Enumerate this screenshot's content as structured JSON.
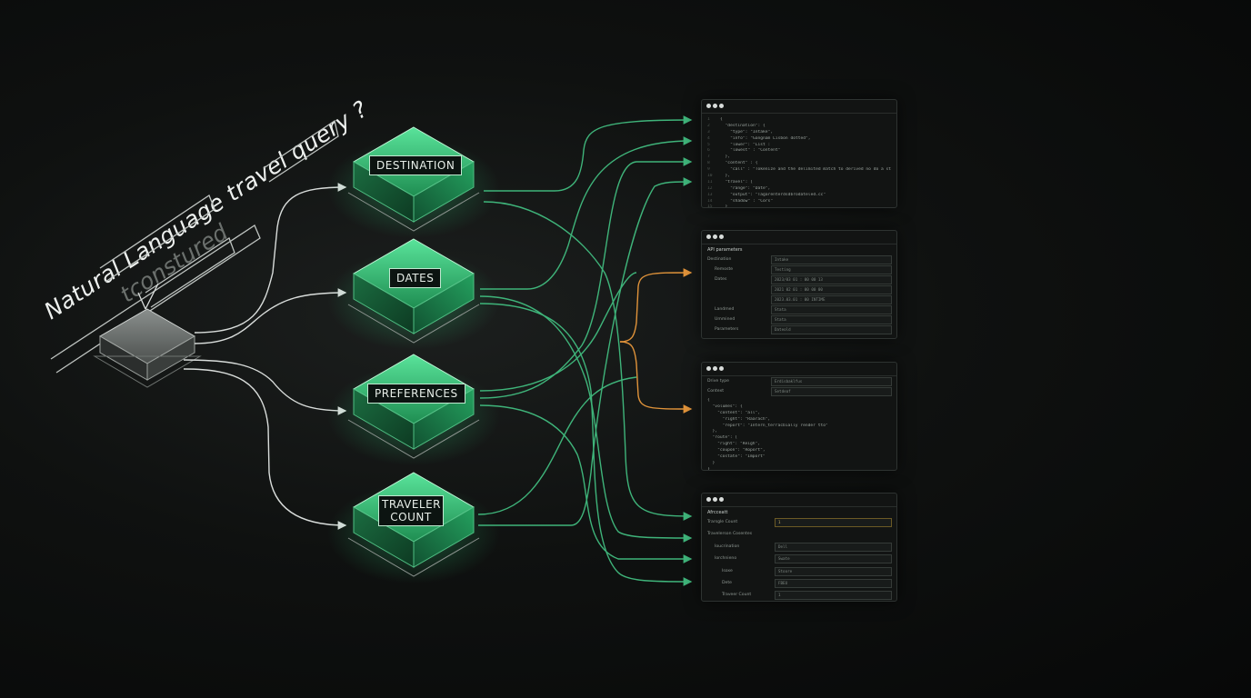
{
  "query_text": "Natural Language travel query ?",
  "query_subtext": "tconstured",
  "nodes": [
    {
      "label": "DESTINATION"
    },
    {
      "label": "DATES"
    },
    {
      "label": "PREFERENCES"
    },
    {
      "label": "TRAVELER\nCOUNT"
    }
  ],
  "colors": {
    "green": "#3fb47a",
    "orange": "#e0933a",
    "white_line": "#d9dddb"
  },
  "panel1": {
    "lines": [
      "{",
      "  \"destination\": {",
      "    \"type\": \"Intake\",",
      "    \"info\": \"Gangnam Lisbon dotted\",",
      "    \"lower\": \"List :",
      "    \"lowest\" : \"Content\"",
      "  },",
      "  \"content\" : {",
      "    \"call\" : \"Tokenize and the delimited match to derived no do a state",
      "  },",
      "  \"travel\": [",
      "    \"range\": \"Date\",",
      "    \"output\": \"Tagarenterdsdbrodateled.cc\"",
      "    \"shadow\" : \"Cors\"",
      "  }",
      "}"
    ]
  },
  "panel2": {
    "heading": "API parameters",
    "rows": [
      {
        "label": "Destination",
        "value": "Intake"
      },
      {
        "label": "Remoste",
        "value": "Testing"
      },
      {
        "label": "Dates",
        "value": "2023/03 01 : 00 00 13"
      },
      {
        "label": "",
        "value": "2021 02 01 : 00 00 00"
      },
      {
        "label": "",
        "value": "2023.03.01 : 00 INTIME"
      },
      {
        "label": "Landmed",
        "value": "Stata"
      },
      {
        "label": "Ummined",
        "value": "Stata"
      },
      {
        "label": "Parameters",
        "value": "Dateold"
      }
    ]
  },
  "panel3": {
    "rows": [
      {
        "label": "Drive type",
        "value": "Erdisbaklfus"
      },
      {
        "label": "Context",
        "value": "Setdeaf"
      }
    ],
    "lines": [
      "{",
      "  \"volumes\": {",
      "    \"content\": \"all\",",
      "      \"right\": \"Raarach\",",
      "      \"report\": \"Intern_terracbially render tto\"",
      "  },",
      "  \"route\": [",
      "    \"right\": \"Reigh\",",
      "    \"coupon\": \"Roport\",",
      "    \"costate\": \"Import\"",
      "  }",
      "}"
    ]
  },
  "panel4": {
    "heading": "Afrcceatt",
    "rows": [
      {
        "label": "Trarsgle Count",
        "value": "1"
      },
      {
        "label": "Travelerson Cosentes",
        "value": ""
      },
      {
        "label": "Ioucrination",
        "value": "Dell"
      },
      {
        "label": "Iorchnieno",
        "value": "Swate"
      },
      {
        "label": "Isoxe",
        "value": "Stoore"
      },
      {
        "label": "Dete",
        "value": "FBEU"
      },
      {
        "label": "Traveer Count",
        "value": "1"
      }
    ]
  }
}
